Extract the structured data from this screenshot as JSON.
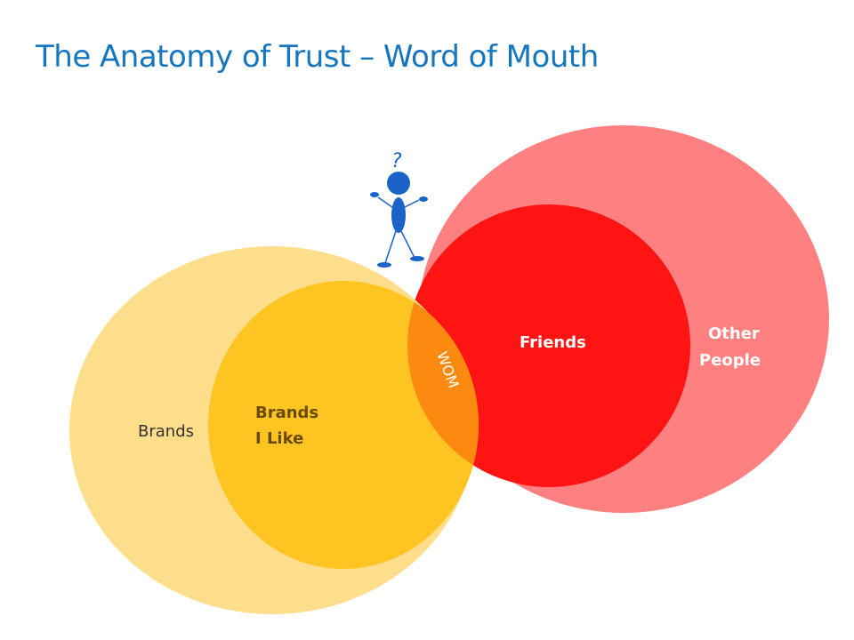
{
  "slide": {
    "title": "The Anatomy of Trust – Word of Mouth"
  },
  "diagram": {
    "labels": {
      "brands": "Brands",
      "brands_i_like_line1": "Brands",
      "brands_i_like_line2": "I Like",
      "friends": "Friends",
      "other_people_line1": "Other",
      "other_people_line2": "People",
      "wom": "WOM",
      "question_mark": "?"
    },
    "colors": {
      "brands": "#fedd86",
      "brands_i_like": "#fec421",
      "other_people": "#ff8080",
      "friends": "#ff1414",
      "wom": "#fd8a10",
      "title": "#1576c0",
      "figure": "#1a63c9"
    },
    "icons": [
      "stick-figure-icon"
    ]
  }
}
